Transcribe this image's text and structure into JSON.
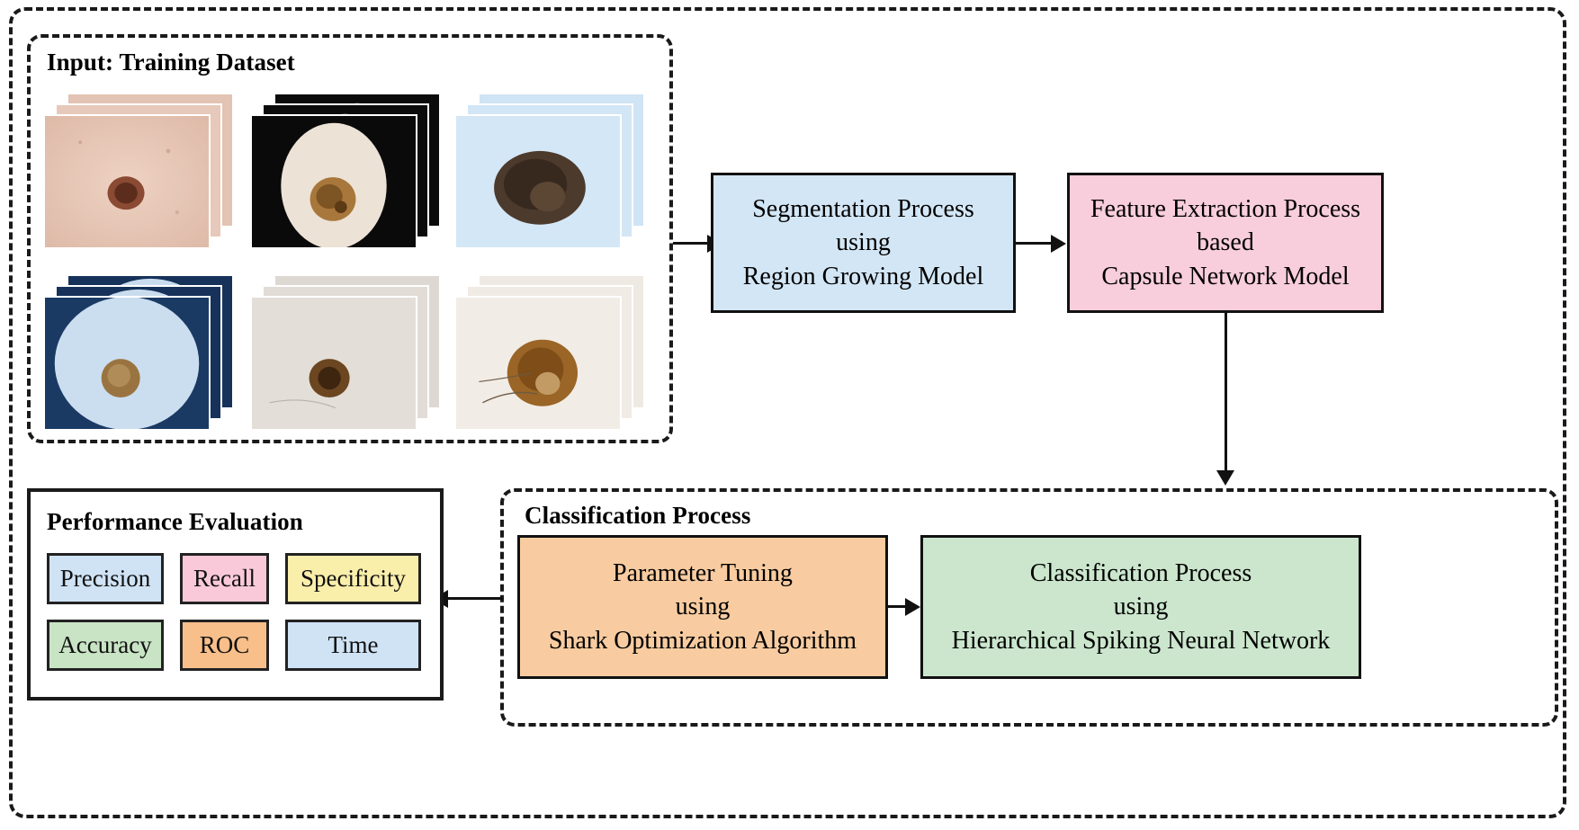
{
  "diagram": {
    "type": "methodology-flowchart",
    "title_hidden": false
  },
  "input_panel": {
    "title": "Input: Training Dataset",
    "image_stacks": [
      {
        "name": "dermoscopy-sample-1",
        "background": "#e8cbbc",
        "lesion_color": "#7a4430",
        "field": "skin"
      },
      {
        "name": "dermoscopy-sample-2",
        "background": "#0a0a0a",
        "lesion_color": "#8a5a28",
        "field": "dark-vignette"
      },
      {
        "name": "dermoscopy-sample-3",
        "background": "#cfe3f2",
        "lesion_color": "#3b2a20",
        "field": "blue"
      },
      {
        "name": "dermoscopy-sample-4",
        "background": "#cadced",
        "lesion_color": "#8a6a3a",
        "field": "blue-circle"
      },
      {
        "name": "dermoscopy-sample-5",
        "background": "#e4e0dc",
        "lesion_color": "#5a3a1e",
        "field": "pale-skin"
      },
      {
        "name": "dermoscopy-sample-6",
        "background": "#efe9e3",
        "lesion_color": "#8a5a22",
        "field": "hairy-skin"
      }
    ]
  },
  "segmentation_box": {
    "lines": [
      "Segmentation Process",
      "using",
      "Region Growing Model"
    ],
    "fill": "#d3e6f5",
    "border": "#111111"
  },
  "feature_box": {
    "lines": [
      "Feature Extraction Process",
      "based",
      "Capsule Network Model"
    ],
    "fill": "#f8cddc",
    "border": "#111111"
  },
  "classification_panel": {
    "title": "Classification Process",
    "tuning_box": {
      "lines": [
        "Parameter Tuning",
        "using",
        "Shark Optimization Algorithm"
      ],
      "fill": "#f8ccа0",
      "border": "#111111"
    },
    "classify_box": {
      "lines": [
        "Classification Process",
        "using",
        "Hierarchical Spiking Neural Network"
      ],
      "fill": "#cbe6cd",
      "border": "#111111"
    }
  },
  "performance_panel": {
    "title": "Performance Evaluation",
    "metrics": [
      {
        "label": "Precision",
        "fill": "#cfe3f5"
      },
      {
        "label": "Recall",
        "fill": "#f9c9da"
      },
      {
        "label": "Specificity",
        "fill": "#faeeab"
      },
      {
        "label": "Accuracy",
        "fill": "#c9e4c5"
      },
      {
        "label": "ROC",
        "fill": "#f8bf8a"
      },
      {
        "label": "Time",
        "fill": "#cfe3f5"
      }
    ]
  },
  "connectors": [
    {
      "name": "input-to-segmentation",
      "direction": "right"
    },
    {
      "name": "segmentation-to-feature",
      "direction": "right"
    },
    {
      "name": "feature-to-classification",
      "direction": "down"
    },
    {
      "name": "tuning-to-classify",
      "direction": "right"
    },
    {
      "name": "classification-to-performance",
      "direction": "left"
    }
  ],
  "colors": {
    "stroke": "#111111",
    "background": "#ffffff"
  }
}
